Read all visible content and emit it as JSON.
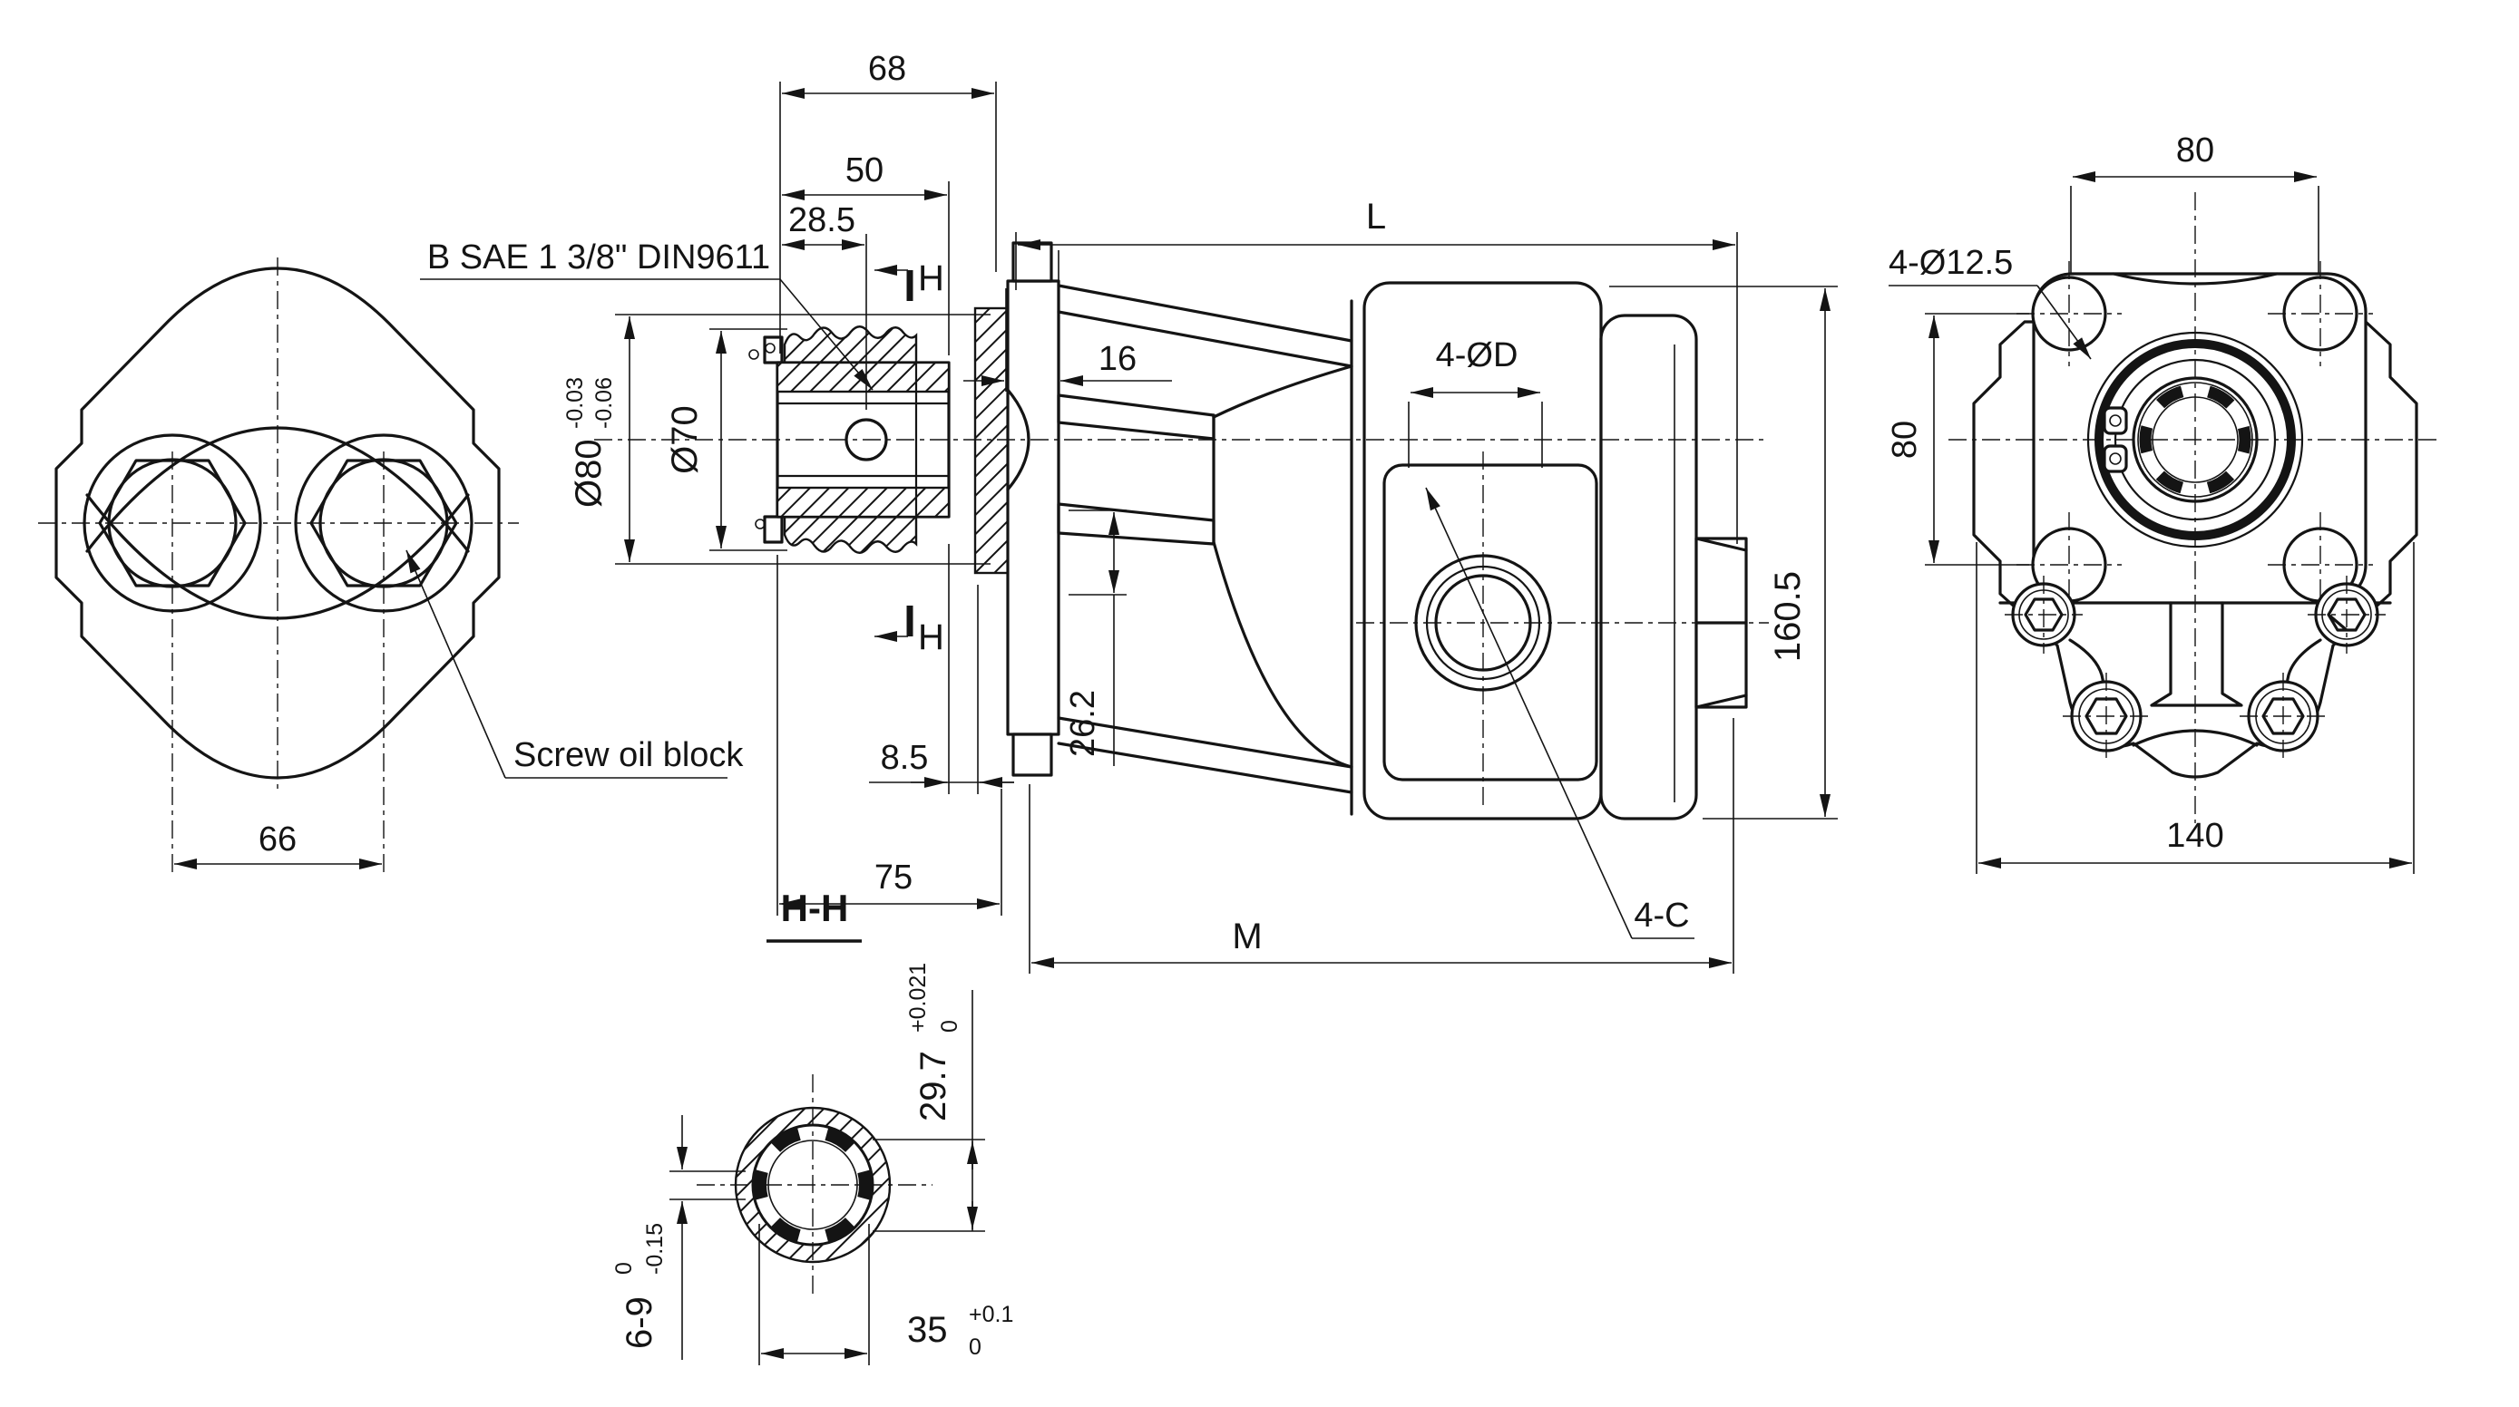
{
  "views": {
    "front_view": {
      "dim_66": "66",
      "screw_oil_block_label": "Screw oil block"
    },
    "shaft_section": {
      "label_spline": "B SAE 1 3/8\" DIN9611",
      "dim_68": "68",
      "dim_50": "50",
      "dim_28_5": "28.5",
      "dia80": "Ø80",
      "dia80_tol_upper": "-0.03",
      "dia80_tol_lower": "-0.06",
      "dia70": "Ø70",
      "dim_8_5": "8.5",
      "dim_75": "75",
      "dim_26_2": "26.2",
      "section_marker": "H"
    },
    "side_view": {
      "dim_L": "L",
      "dim_16": "16",
      "dim_4d": "4-ØD",
      "dim_M": "M",
      "dim_160_5": "160.5",
      "leader_4c": "4-C"
    },
    "rear_view": {
      "dim_80_top": "80",
      "dim_80_left": "80",
      "dim_140": "140",
      "label_bolt_holes": "4-Ø12.5"
    },
    "section_hh": {
      "title": "H-H",
      "dim_29_7": "29.7",
      "dim_29_7_tol_upper": "+0.021",
      "dim_29_7_tol_lower": "0",
      "dim_6_9": "6-9",
      "dim_6_9_tol_upper": "0",
      "dim_6_9_tol_lower": "-0.15",
      "dim_35": "35",
      "dim_35_tol_upper": "+0.1",
      "dim_35_tol_lower": "0"
    }
  },
  "colors": {
    "line": "#141414",
    "background": "#ffffff"
  }
}
